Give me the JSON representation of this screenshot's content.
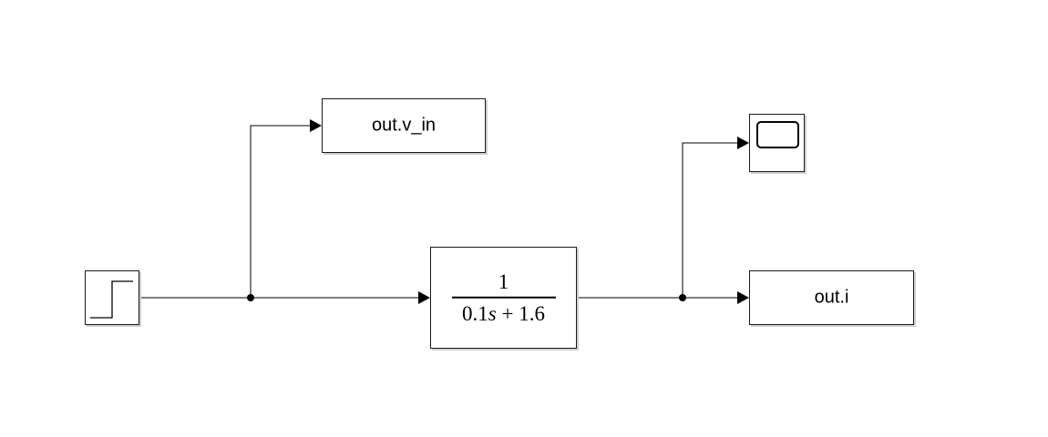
{
  "diagram": {
    "blocks": {
      "step": {
        "type": "Step",
        "icon": "step-function-icon"
      },
      "v_in_workspace": {
        "type": "To Workspace",
        "label": "out.v_in"
      },
      "transfer_fcn": {
        "type": "Transfer Fcn",
        "numerator": "1",
        "denominator_coef": "0.1",
        "denominator_var": "s",
        "denominator_rest": " + 1.6"
      },
      "scope": {
        "type": "Scope",
        "icon": "scope-screen-icon"
      },
      "i_workspace": {
        "type": "To Workspace",
        "label": "out.i"
      }
    },
    "connections": [
      {
        "from": "step",
        "to": "transfer_fcn"
      },
      {
        "from": "step",
        "to": "v_in_workspace"
      },
      {
        "from": "transfer_fcn",
        "to": "i_workspace"
      },
      {
        "from": "transfer_fcn",
        "to": "scope"
      }
    ],
    "colors": {
      "line": "#000000",
      "block_border": "#1a1a1a",
      "block_shadow": "#cfcfcf",
      "background": "#ffffff"
    }
  }
}
